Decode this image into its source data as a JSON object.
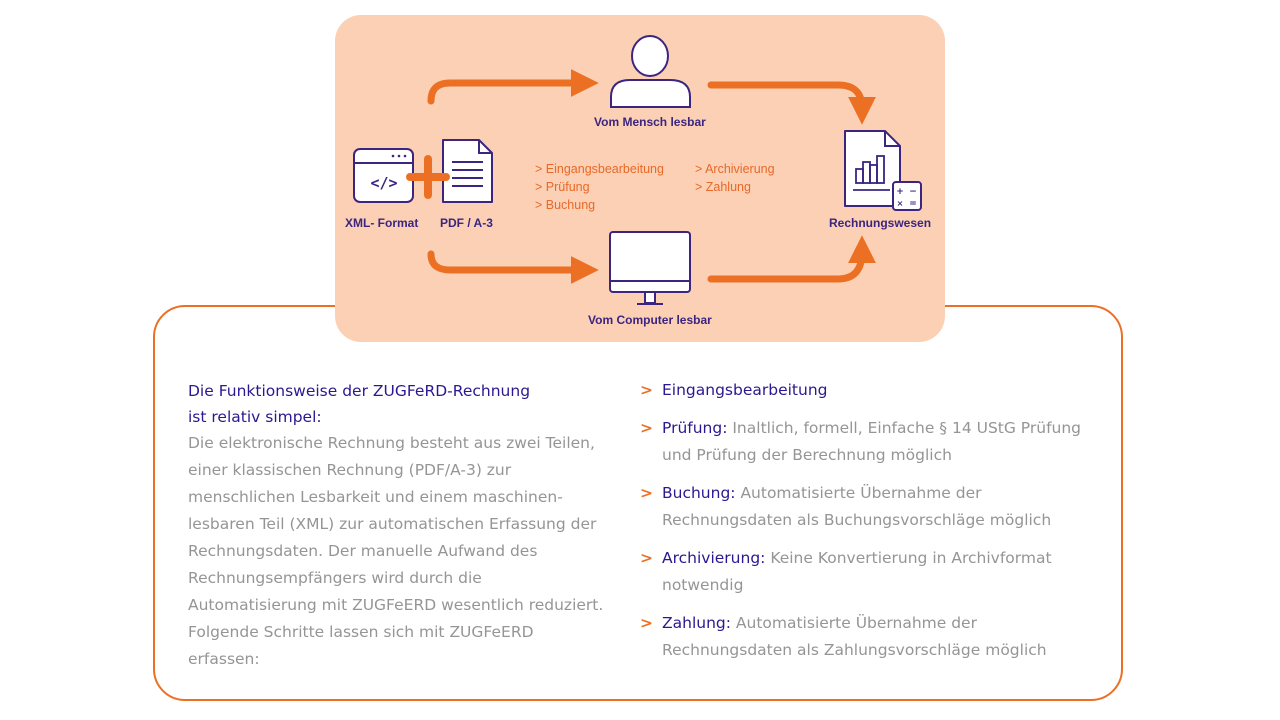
{
  "colors": {
    "accent_orange": "#ec7024",
    "panel_peach": "#fbd0b4",
    "icon_purple": "#3b2580",
    "title_blue": "#2a1890",
    "body_gray": "#959595"
  },
  "diagram": {
    "sources": [
      {
        "label": "XML- Format",
        "icon": "code-window-icon"
      },
      {
        "label": "PDF / A-3",
        "icon": "document-icon"
      }
    ],
    "combine_icon": "plus-icon",
    "human": {
      "label": "Vom Mensch lesbar",
      "icon": "person-icon"
    },
    "computer": {
      "label": "Vom Computer lesbar",
      "icon": "monitor-icon"
    },
    "target": {
      "label": "Rechnungswesen",
      "icon": "report-calculator-icon"
    },
    "steps_col1": [
      "> Eingangsbearbeitung",
      "> Prüfung",
      "> Buchung"
    ],
    "steps_col2": [
      "> Archivierung",
      "> Zahlung"
    ]
  },
  "intro": {
    "title_line1": "Die Funktionsweise der ZUGFeRD-Rechnung",
    "title_line2": "ist relativ simpel:",
    "body": "Die elektronische Rechnung besteht aus zwei Teilen, einer klassischen Rechnung (PDF/A-3) zur menschlichen Lesbarkeit und einem maschinen-lesbaren Teil (XML) zur automatischen Erfassung der Rechnungsdaten. Der manuelle Aufwand des Rechnungsempfängers wird durch die Automatisierung mit ZUGFeERD wesentlich reduziert. Folgende Schritte lassen sich mit ZUGFeERD  erfassen:"
  },
  "steps": [
    {
      "chevron": ">",
      "term": "Eingangsbearbeitung",
      "desc": ""
    },
    {
      "chevron": ">",
      "term": "Prüfung:",
      "desc": " Inaltlich, formell, Einfache § 14 UStG Prüfung und Prüfung der Berechnung möglich"
    },
    {
      "chevron": ">",
      "term": "Buchung:",
      "desc": " Automatisierte Übernahme der Rechnungsdaten als Buchungsvorschläge möglich"
    },
    {
      "chevron": ">",
      "term": "Archivierung:",
      "desc": " Keine Konvertierung in Archivformat notwendig"
    },
    {
      "chevron": ">",
      "term": "Zahlung:",
      "desc": " Automatisierte Übernahme der Rechnungsdaten als Zahlungsvorschläge möglich"
    }
  ]
}
